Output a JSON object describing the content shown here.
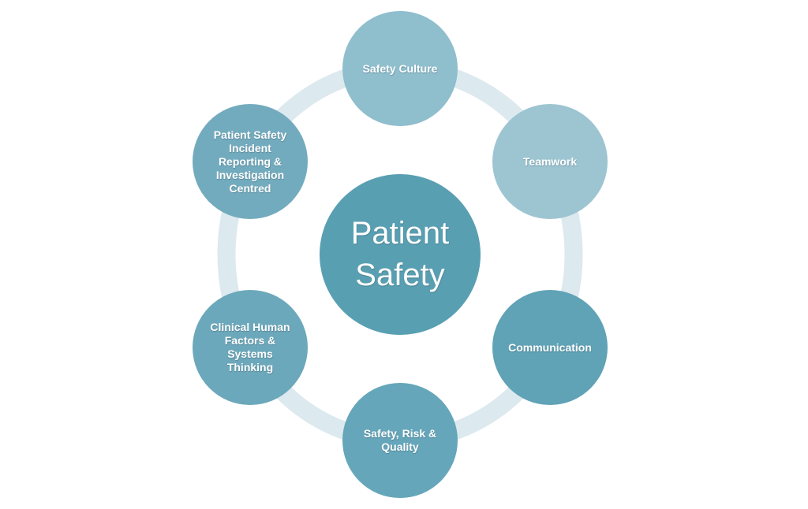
{
  "diagram": {
    "type": "radial-cycle",
    "background_color": "#ffffff",
    "ring_color": "#dce9ef",
    "text_color": "#ffffff",
    "center_node": {
      "id": "patient-safety",
      "label": "Patient\nSafety",
      "color": "#599fb2"
    },
    "nodes": [
      {
        "id": "safety-culture",
        "position": "top",
        "label": "Safety Culture",
        "color": "#8fbecd"
      },
      {
        "id": "teamwork",
        "position": "upper-right",
        "label": "Teamwork",
        "color": "#9dc5d1"
      },
      {
        "id": "communication",
        "position": "lower-right",
        "label": "Communication",
        "color": "#60a2b6"
      },
      {
        "id": "safety-risk-quality",
        "position": "bottom",
        "label": "Safety, Risk &\nQuality",
        "color": "#65a6ba"
      },
      {
        "id": "clinical-human-factors",
        "position": "lower-left",
        "label": "Clinical Human\nFactors &\nSystems\nThinking",
        "color": "#6ca8bb"
      },
      {
        "id": "incident-reporting",
        "position": "upper-left",
        "label": "Patient Safety\nIncident\nReporting &\nInvestigation\nCentred",
        "color": "#73abbe"
      }
    ]
  }
}
